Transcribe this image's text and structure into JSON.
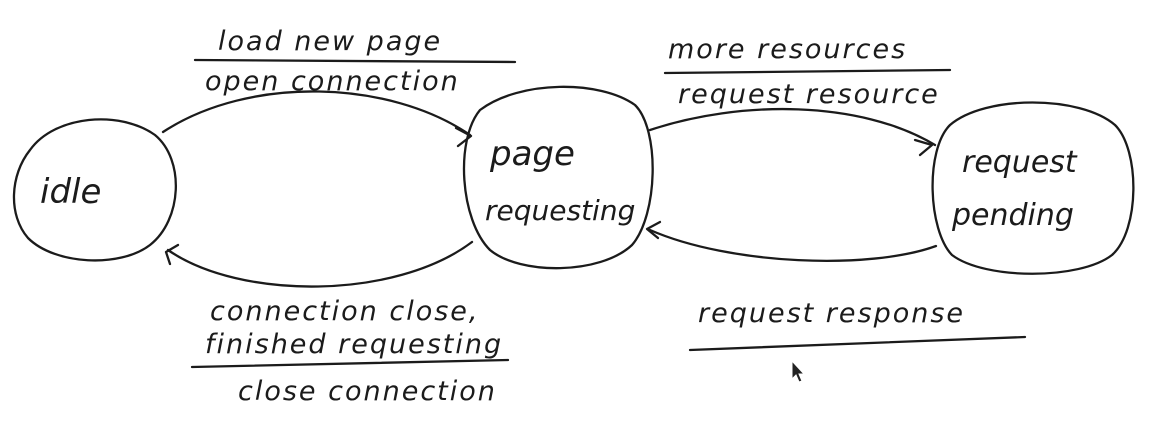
{
  "states": {
    "idle": "idle",
    "page_requesting": [
      "page",
      "requesting"
    ],
    "request_pending": [
      "request",
      "pending"
    ]
  },
  "transitions": {
    "idle_to_page": {
      "event": "load new page",
      "action": "open connection"
    },
    "page_to_idle": {
      "event": [
        "connection close,",
        "finished requesting"
      ],
      "action": "close connection"
    },
    "page_to_pending": {
      "event": "more resources",
      "action": "request resource"
    },
    "pending_to_page": {
      "event": "request response",
      "action": ""
    }
  }
}
